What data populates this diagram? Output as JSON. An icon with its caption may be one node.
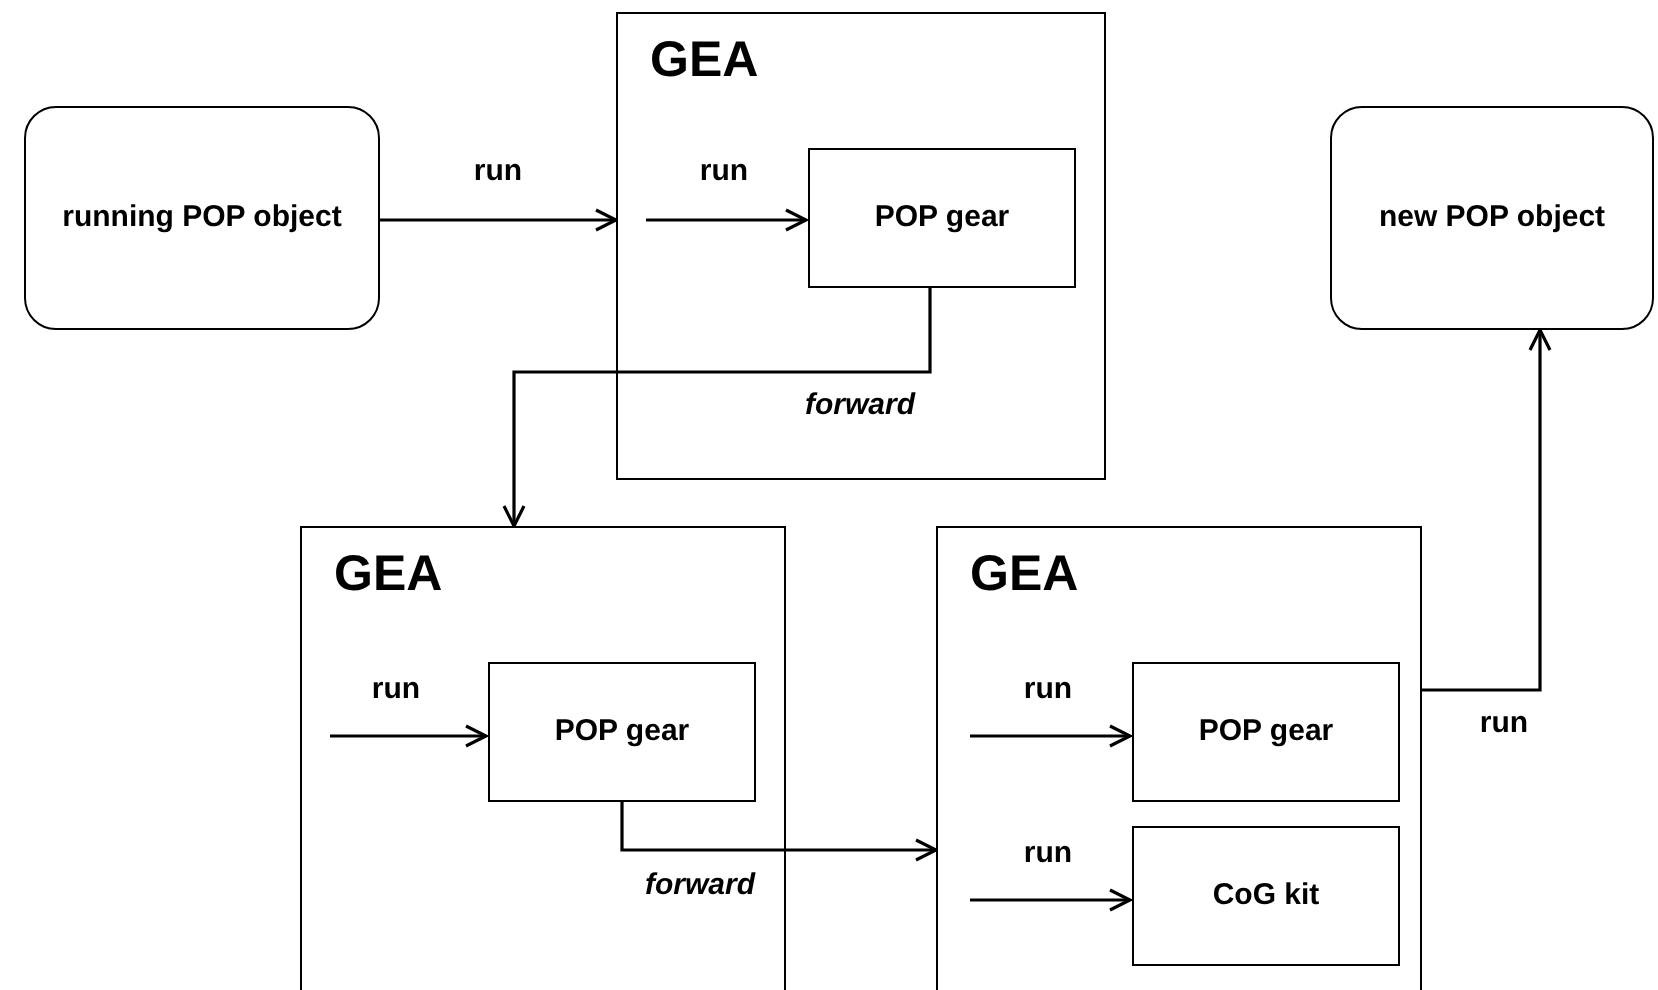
{
  "diagram": {
    "nodes": [
      {
        "text": [
          "running POP object"
        ]
      },
      {
        "text": [
          "GEA"
        ]
      },
      {
        "text": [
          "POP gear"
        ],
        "in": 1
      },
      {
        "text": [
          "GEA"
        ]
      },
      {
        "text": [
          "POP gear"
        ],
        "in": 3
      },
      {
        "text": [
          "GEA"
        ]
      },
      {
        "text": [
          "POP gear"
        ],
        "in": 5
      },
      {
        "text": [
          "CoG kit"
        ],
        "in": 5
      },
      {
        "text": [
          "new POP object"
        ]
      }
    ],
    "edges": [
      {
        "from": 0,
        "to": 1,
        "label": "run",
        "arrow": "to"
      },
      {
        "from": null,
        "to": 2,
        "label": "run",
        "arrow": "to"
      },
      {
        "from": 2,
        "to": 3,
        "label": "forward",
        "arrow": "to"
      },
      {
        "from": null,
        "to": 4,
        "label": "run",
        "arrow": "to"
      },
      {
        "from": 4,
        "to": 5,
        "label": "forward",
        "arrow": "to"
      },
      {
        "from": null,
        "to": 6,
        "label": "run",
        "arrow": "to"
      },
      {
        "from": null,
        "to": 7,
        "label": "run",
        "arrow": "to"
      },
      {
        "from": 5,
        "to": 8,
        "label": "run",
        "arrow": "to"
      }
    ]
  }
}
